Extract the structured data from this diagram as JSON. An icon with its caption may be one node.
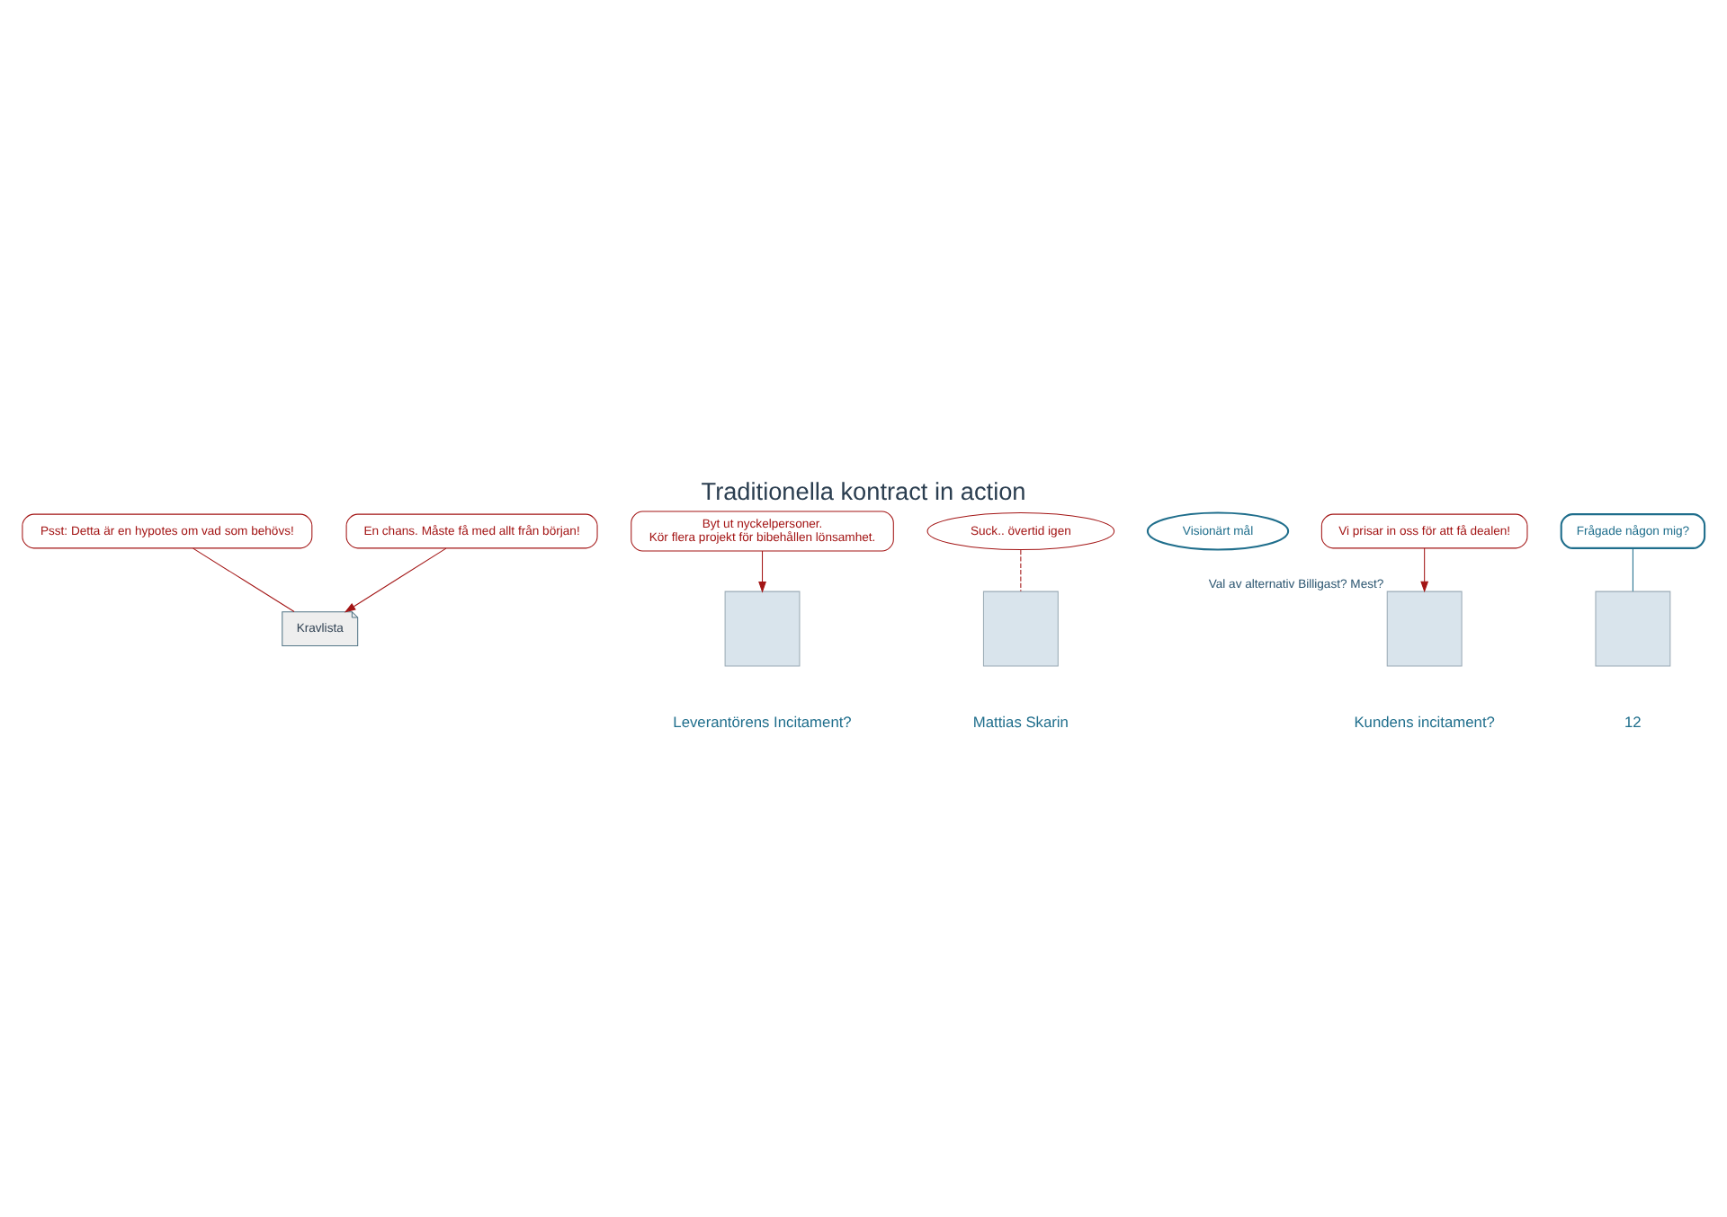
{
  "diagram": {
    "title": "Traditionella kontract in action",
    "nodes": [
      {
        "text": [
          "Psst: Detta är en hypotes om vad som behövs!"
        ]
      },
      {
        "text": [
          "Byt ut nyckelpersoner.",
          "Kör flera projekt för bibehållen lönsamhet."
        ]
      },
      {
        "text": [
          "Suck.. övertid igen"
        ]
      },
      {
        "text": [
          "Visionärt mål"
        ]
      },
      {
        "text": [
          "Kravlista"
        ]
      },
      {
        "text": [],
        "shape": "box",
        "beside": [
          "Val av alternativ Billigast? Mest?"
        ]
      },
      {
        "text": [],
        "shape": "box"
      },
      {
        "text": [],
        "shape": "box"
      },
      {
        "text": [
          "En chans. Måste få med allt från början!"
        ]
      },
      {
        "text": [
          "Vi prisar in oss för att få dealen!"
        ]
      },
      {
        "text": [
          "Frågade någon mig?"
        ]
      },
      {
        "text": [],
        "shape": "box"
      }
    ],
    "edges": [
      {
        "from": 0,
        "to": 4,
        "arrow": "none"
      },
      {
        "from": 1,
        "to": 6,
        "arrow": "to"
      },
      {
        "from": 2,
        "to": 7,
        "arrow": "none",
        "style": "dashed"
      },
      {
        "from": 8,
        "to": 4,
        "arrow": "to"
      },
      {
        "from": 9,
        "to": 5,
        "arrow": "to"
      },
      {
        "from": 10,
        "to": 11,
        "arrow": "none",
        "color": "#1f6e8c"
      }
    ],
    "labels": [
      "Kundens incitament?",
      "Leverantörens Incitament?",
      "Mattias Skarin",
      "12"
    ]
  }
}
